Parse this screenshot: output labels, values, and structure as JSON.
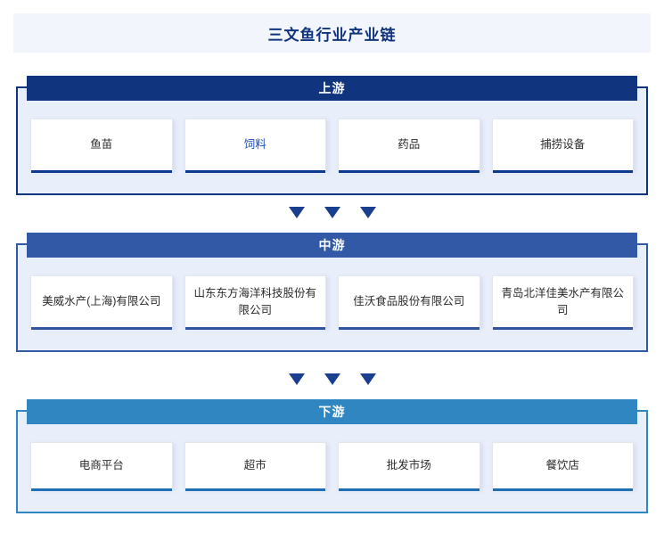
{
  "title": "三文鱼行业产业链",
  "colors": {
    "upstream": "#11347f",
    "midstream": "#3259a5",
    "downstream": "#2f86c0",
    "title_text": "#11347f",
    "highlight_text": "#1b4bb5",
    "page_background": "#ffffff",
    "title_background": "#f2f5fc",
    "panel_background": "#e9eefb",
    "arrow": "#1b3f8f"
  },
  "sections": [
    {
      "key": "upstream",
      "band_label": "上游",
      "cards": [
        {
          "label": "鱼苗",
          "highlighted": false
        },
        {
          "label": "饲料",
          "highlighted": true
        },
        {
          "label": "药品",
          "highlighted": false
        },
        {
          "label": "捕捞设备",
          "highlighted": false
        }
      ]
    },
    {
      "key": "midstream",
      "band_label": "中游",
      "cards": [
        {
          "label": "美威水产(上海)有限公司",
          "highlighted": false
        },
        {
          "label": "山东东方海洋科技股份有限公司",
          "highlighted": false
        },
        {
          "label": "佳沃食品股份有限公司",
          "highlighted": false
        },
        {
          "label": "青岛北洋佳美水产有限公司",
          "highlighted": false
        }
      ]
    },
    {
      "key": "downstream",
      "band_label": "下游",
      "cards": [
        {
          "label": "电商平台",
          "highlighted": false
        },
        {
          "label": "超市",
          "highlighted": false
        },
        {
          "label": "批发市场",
          "highlighted": false
        },
        {
          "label": "餐饮店",
          "highlighted": false
        }
      ]
    }
  ],
  "connectors": [
    {
      "icon": "triangle-down-icon",
      "count": 3
    },
    {
      "icon": "triangle-down-icon",
      "count": 3
    }
  ]
}
